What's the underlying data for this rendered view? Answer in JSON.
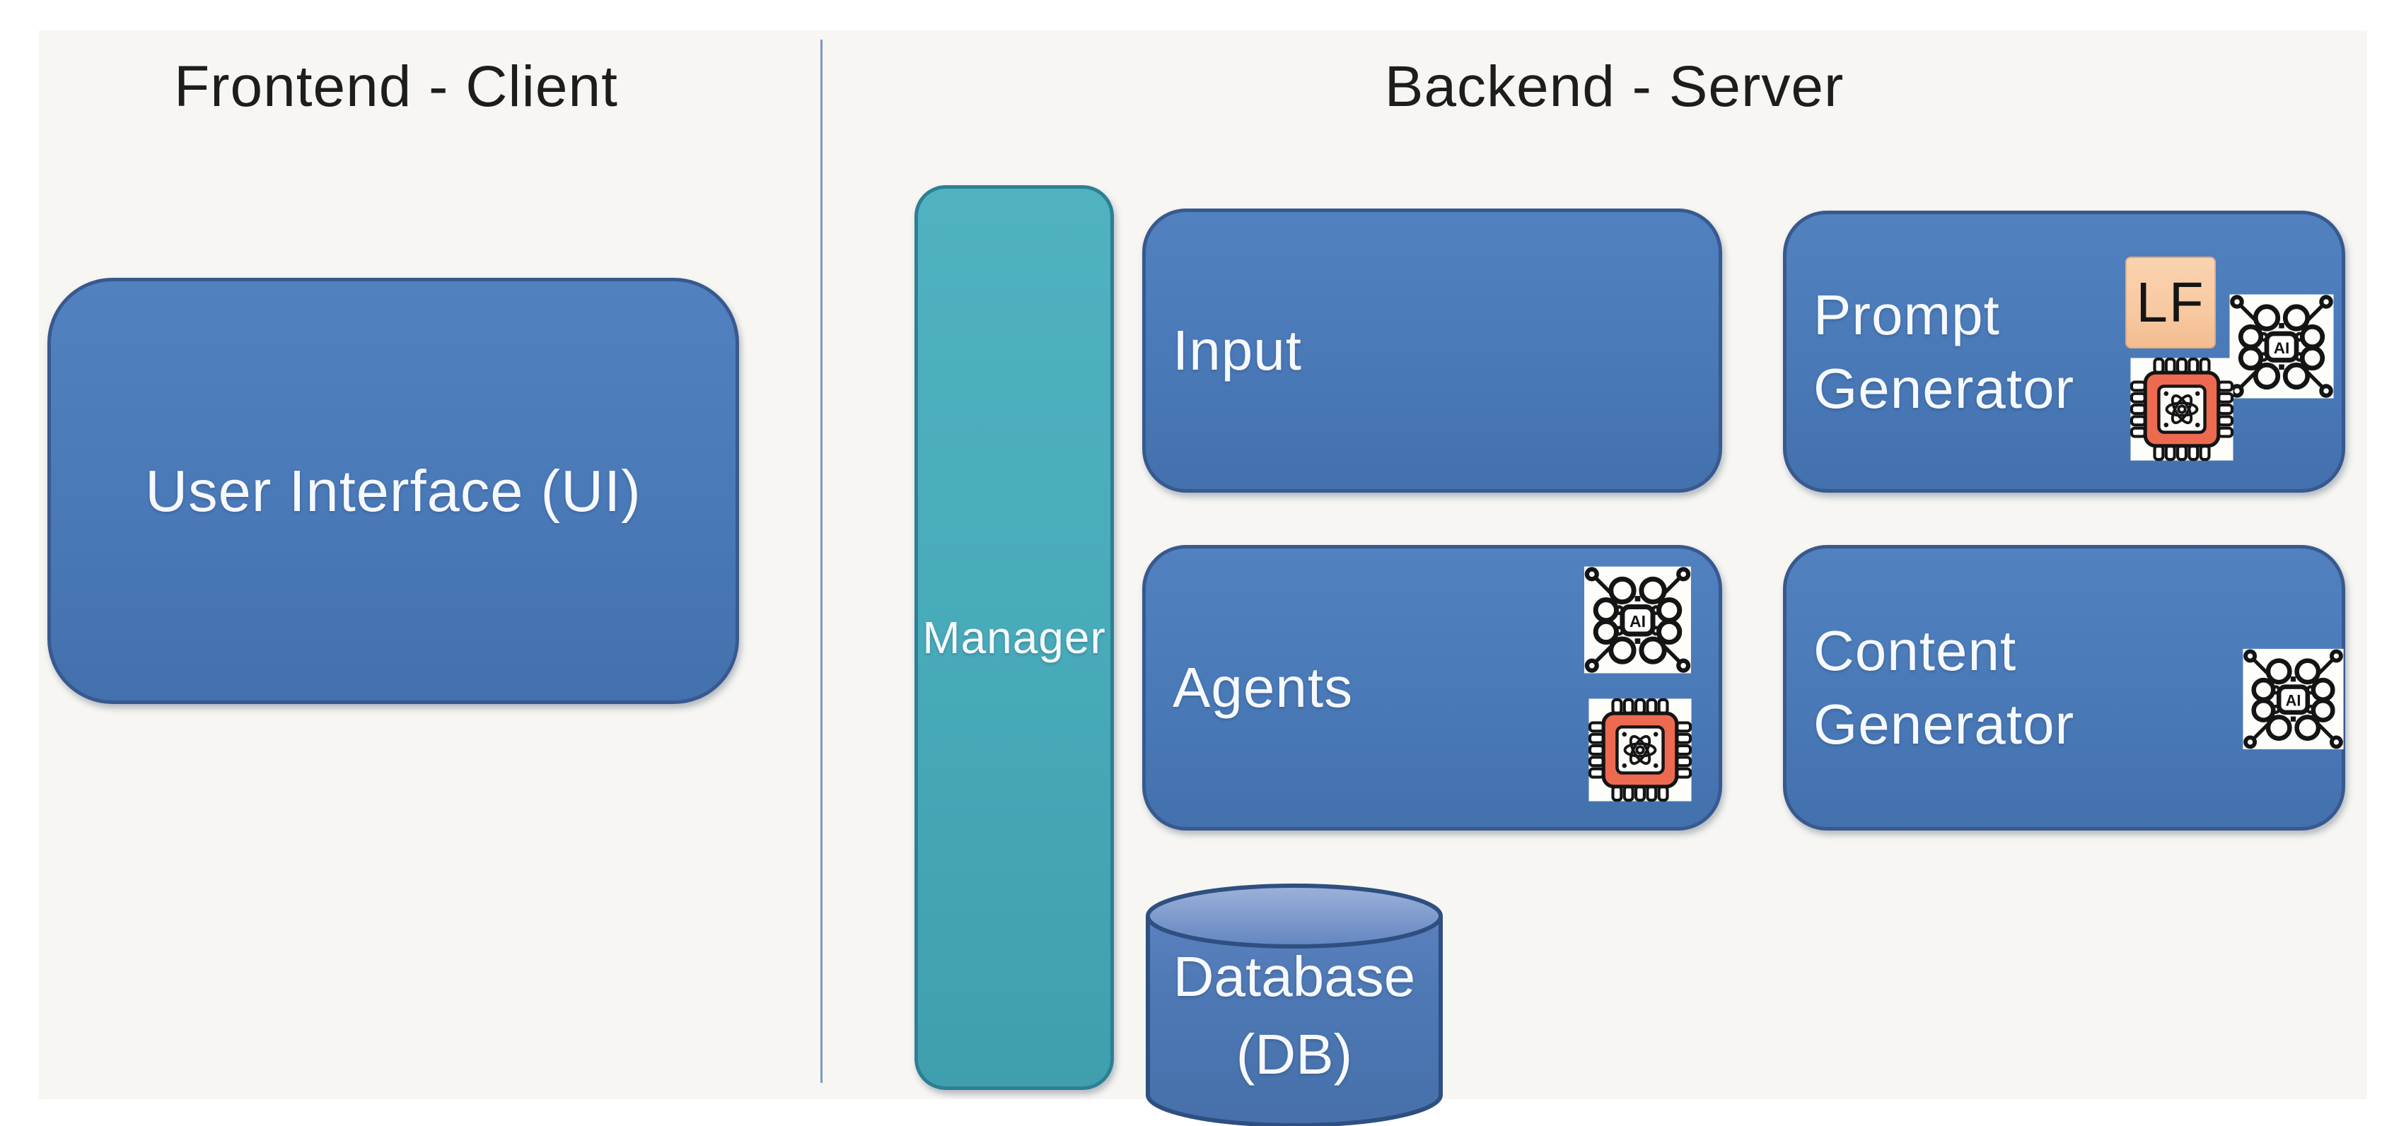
{
  "header": {
    "frontend_title": "Frontend - Client",
    "backend_title": "Backend - Server"
  },
  "frontend": {
    "user_interface_box": {
      "label": "User Interface (UI)"
    }
  },
  "backend": {
    "manager_box": {
      "label": "Manager"
    },
    "input_box": {
      "label": "Input"
    },
    "prompt_generator_box": {
      "line1": "Prompt",
      "line2": "Generator",
      "lf_label": "LF",
      "icons": [
        "lf-badge",
        "ai-brain-icon",
        "ai-chip-icon"
      ]
    },
    "agents_box": {
      "label": "Agents",
      "icons": [
        "ai-brain-icon",
        "ai-chip-icon"
      ]
    },
    "content_generator_box": {
      "line1": "Content",
      "line2": "Generator",
      "icons": [
        "ai-brain-icon"
      ]
    },
    "database": {
      "line1": "Database",
      "line2": "(DB)"
    }
  },
  "icons": {
    "ai_label": "AI"
  },
  "colors": {
    "background": "#f7f6f2",
    "title_ink": "#1d1d1d",
    "divider": "#7d97c0",
    "box_blue": "#4a79b8",
    "box_border": "#38598f",
    "manager_teal": "#48abba",
    "manager_border": "#2d7f93",
    "db_body": "#4d78b4",
    "db_top": "#8ea9d6",
    "db_border": "#2e4f80",
    "lf_bg": "#f8c9a2",
    "chip_red": "#ed6a50",
    "icon_ink": "#141414",
    "label_white": "#f6f9fd"
  }
}
